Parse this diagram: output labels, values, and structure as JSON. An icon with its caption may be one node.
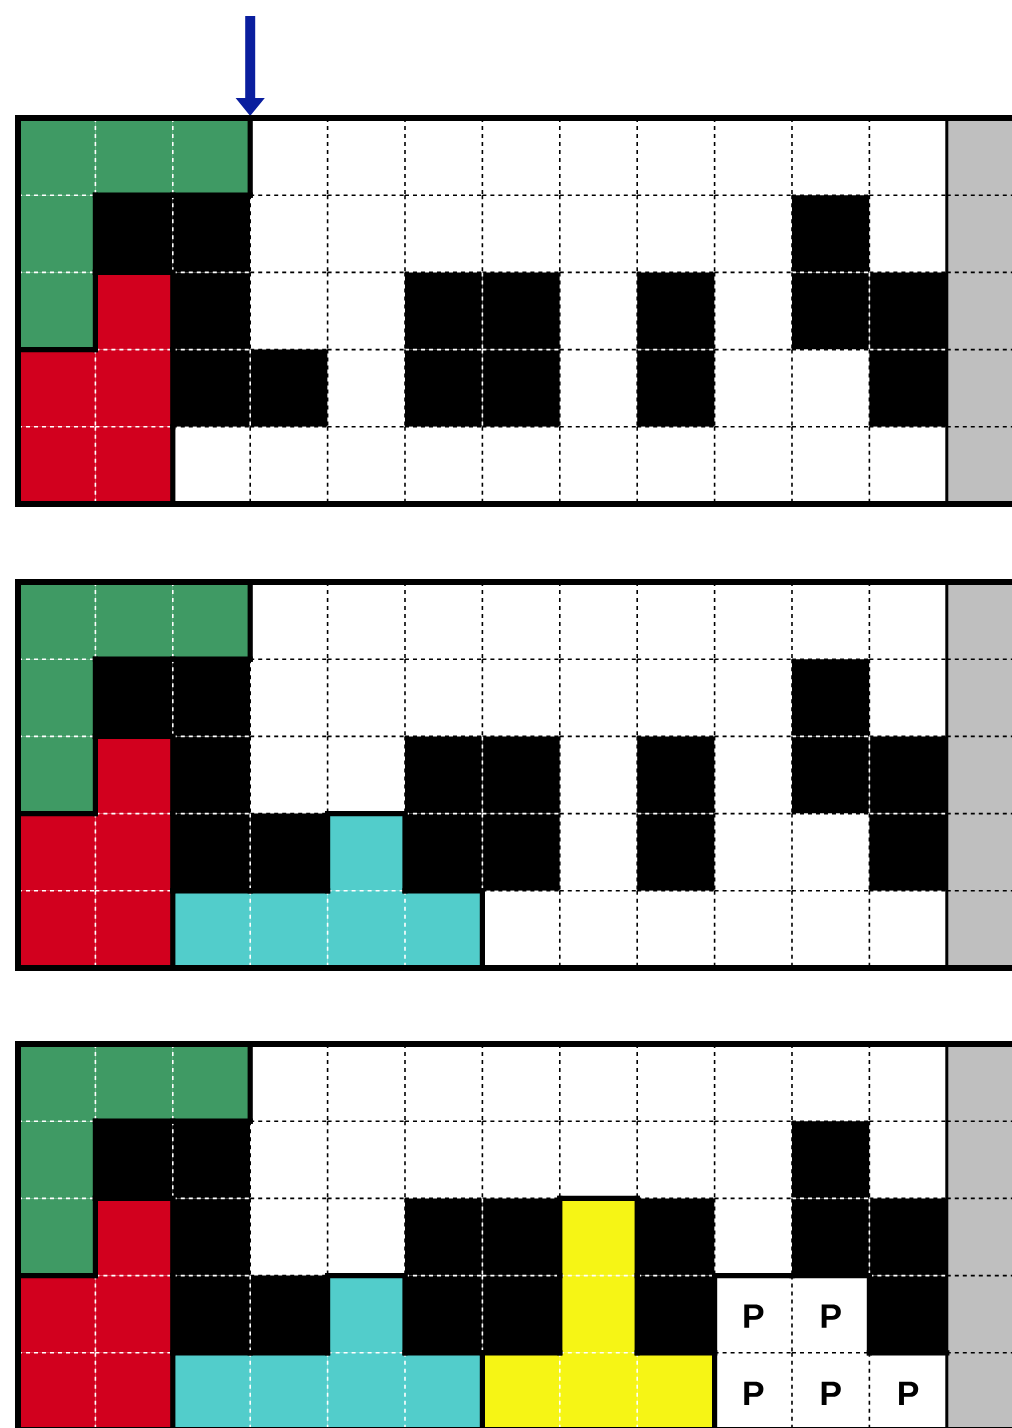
{
  "diagram": {
    "labels": [
      "P",
      "P",
      "P",
      "P",
      "P"
    ]
  }
}
